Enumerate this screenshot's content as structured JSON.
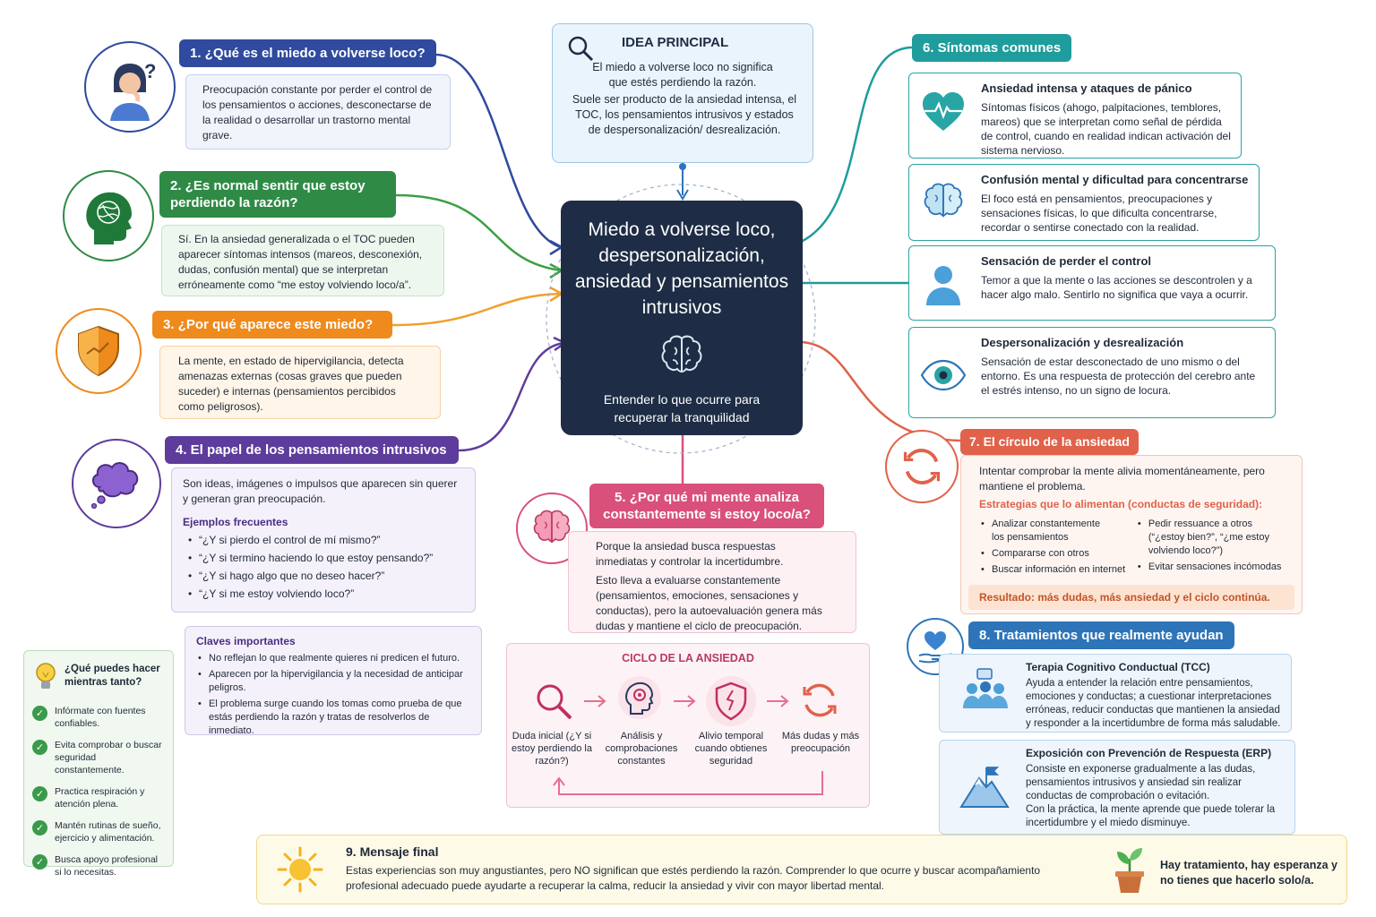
{
  "center": {
    "title": "Miedo a volverse loco, despersonalización, ansiedad y pensamientos intrusivos",
    "subtitle": "Entender lo que ocurre para recuperar la tranquilidad",
    "icon": "brain-icon"
  },
  "idea": {
    "title": "IDEA PRINCIPAL",
    "text1": "El miedo a volverse loco no significa que estés perdiendo la razón.",
    "text2": "Suele ser producto de la ansiedad intensa, el TOC, los pensamientos intrusivos y estados de despersonalización/ desrealización.",
    "icon": "magnifier-icon"
  },
  "s1": {
    "title": "1. ¿Qué es el miedo a volverse loco?",
    "text": "Preocupación constante por perder el control de los pensamientos o acciones, desconectarse de la realidad o desarrollar un trastorno mental grave.",
    "icon": "worried-person-icon"
  },
  "s2": {
    "title": "2. ¿Es normal sentir que estoy perdiendo la razón?",
    "text": "Sí. En la ansiedad generalizada o el TOC pueden aparecer síntomas intensos (mareos, desconexión, dudas, confusión mental) que se interpretan erróneamente como “me estoy volviendo loco/a”.",
    "icon": "tangled-head-icon"
  },
  "s3": {
    "title": "3. ¿Por qué aparece este miedo?",
    "text": "La mente, en estado de hipervigilancia, detecta amenazas externas (cosas graves que pueden suceder) e internas (pensamientos percibidos como peligrosos).",
    "icon": "shield-icon"
  },
  "s4": {
    "title": "4. El papel de los pensamientos intrusivos",
    "intro": "Son ideas, imágenes o impulsos que aparecen sin querer y generan gran preocupación.",
    "examples_title": "Ejemplos frecuentes",
    "examples": [
      "“¿Y si pierdo el control de mí mismo?”",
      "“¿Y si termino haciendo lo que estoy pensando?”",
      "“¿Y si hago algo que no deseo hacer?”",
      "“¿Y si me estoy volviendo loco?”"
    ],
    "keys_title": "Claves importantes",
    "keys": [
      "No reflejan lo que realmente quieres ni predicen el futuro.",
      "Aparecen por la hipervigilancia y la necesidad de anticipar peligros.",
      "El problema surge cuando los tomas como prueba de que estás perdiendo la razón y tratas de resolverlos de inmediato."
    ],
    "icon": "thought-cloud-icon"
  },
  "s5": {
    "title": "5. ¿Por qué mi mente analiza constantemente si estoy loco/a?",
    "text1": "Porque la ansiedad busca respuestas inmediatas y controlar la incertidumbre.",
    "text2": "Esto lleva a evaluarse constantemente (pensamientos, emociones, sensaciones y conductas), pero la autoevaluación genera más dudas y mantiene el ciclo de preocupación.",
    "icon": "brain-icon"
  },
  "cycle": {
    "title": "CICLO DE LA ANSIEDAD",
    "steps": [
      {
        "label": "Duda inicial (¿Y si estoy perdiendo la razón?)",
        "icon": "magnifier-icon"
      },
      {
        "label": "Análisis y comprobaciones constantes",
        "icon": "head-gears-icon"
      },
      {
        "label": "Alivio temporal cuando obtienes seguridad",
        "icon": "broken-shield-icon"
      },
      {
        "label": "Más dudas y más preocupación",
        "icon": "refresh-icon"
      }
    ]
  },
  "s6": {
    "title": "6. Síntomas comunes",
    "items": [
      {
        "title": "Ansiedad intensa y ataques de pánico",
        "text": "Síntomas físicos (ahogo, palpitaciones, temblores, mareos) que se interpretan como señal de pérdida de control, cuando en realidad indican activación del sistema nervioso.",
        "icon": "heart-pulse-icon"
      },
      {
        "title": "Confusión mental y dificultad para concentrarse",
        "text": "El foco está en pensamientos, preocupaciones y sensaciones físicas, lo que dificulta concentrarse, recordar o sentirse conectado con la realidad.",
        "icon": "brain-icon"
      },
      {
        "title": "Sensación de perder el control",
        "text": "Temor a que la mente o las acciones se descontrolen y a hacer algo malo. Sentirlo no significa que vaya a ocurrir.",
        "icon": "person-icon"
      },
      {
        "title": "Despersonalización y desrealización",
        "text": "Sensación de estar desconectado de uno mismo o del entorno. Es una respuesta de protección del cerebro ante el estrés intenso, no un signo de locura.",
        "icon": "eye-icon"
      }
    ]
  },
  "s7": {
    "title": "7. El círculo de la ansiedad",
    "intro": "Intentar comprobar la mente alivia momentáneamente, pero mantiene el problema.",
    "strategies_title": "Estrategias que lo alimentan (conductas de seguridad):",
    "col1": [
      "Analizar constantemente los pensamientos",
      "Compararse con otros",
      "Buscar información en internet"
    ],
    "col2": [
      "Pedir ressuance a otros (“¿estoy bien?”, “¿me estoy volviendo loco?”)",
      "Evitar sensaciones incómodas"
    ],
    "result": "Resultado: más dudas, más ansiedad y el ciclo continúa.",
    "icon": "refresh-icon"
  },
  "s8": {
    "title": "8. Tratamientos que realmente ayudan",
    "icon": "heart-hand-icon",
    "t1": {
      "title": "Terapia Cognitivo Conductual (TCC)",
      "text": "Ayuda a entender la relación entre pensamientos, emociones y conductas; a cuestionar interpretaciones erróneas, reducir conductas que mantienen la ansiedad y responder a la incertidumbre de forma más saludable.",
      "icon": "people-chat-icon"
    },
    "t2": {
      "title": "Exposición con Prevención de Respuesta (ERP)",
      "text1": "Consiste en exponerse gradualmente a las dudas, pensamientos intrusivos y ansiedad sin realizar conductas de comprobación o evitación.",
      "text2": "Con la práctica, la mente aprende que puede tolerar la incertidumbre y el miedo disminuye.",
      "icon": "mountain-flag-icon"
    }
  },
  "tips": {
    "title": "¿Qué puedes hacer mientras tanto?",
    "items": [
      "Infórmate con fuentes confiables.",
      "Evita comprobar o buscar seguridad constantemente.",
      "Practica respiración y atención plena.",
      "Mantén rutinas de sueño, ejercicio y alimentación.",
      "Busca apoyo profesional si lo necesitas."
    ],
    "icon": "lightbulb-icon"
  },
  "s9": {
    "title": "9. Mensaje final",
    "text": "Estas experiencias son muy angustiantes, pero NO significan que estés perdiendo la razón. Comprender lo que ocurre y buscar acompañamiento profesional adecuado puede ayudarte a recuperar la calma, reducir la ansiedad y vivir con mayor libertad mental.",
    "hope": "Hay tratamiento, hay esperanza y no tienes que hacerlo solo/a.",
    "icon": "sun-icon",
    "plant_icon": "plant-icon"
  },
  "colors": {
    "navy": "#1e2d45",
    "blue": "#2f4a9e",
    "green": "#2f8a45",
    "orange": "#ef8a1c",
    "purple": "#5e3c9c",
    "pink": "#d9507a",
    "teal": "#1f9c9c",
    "red": "#e0624a",
    "blue8": "#2e74b8"
  }
}
